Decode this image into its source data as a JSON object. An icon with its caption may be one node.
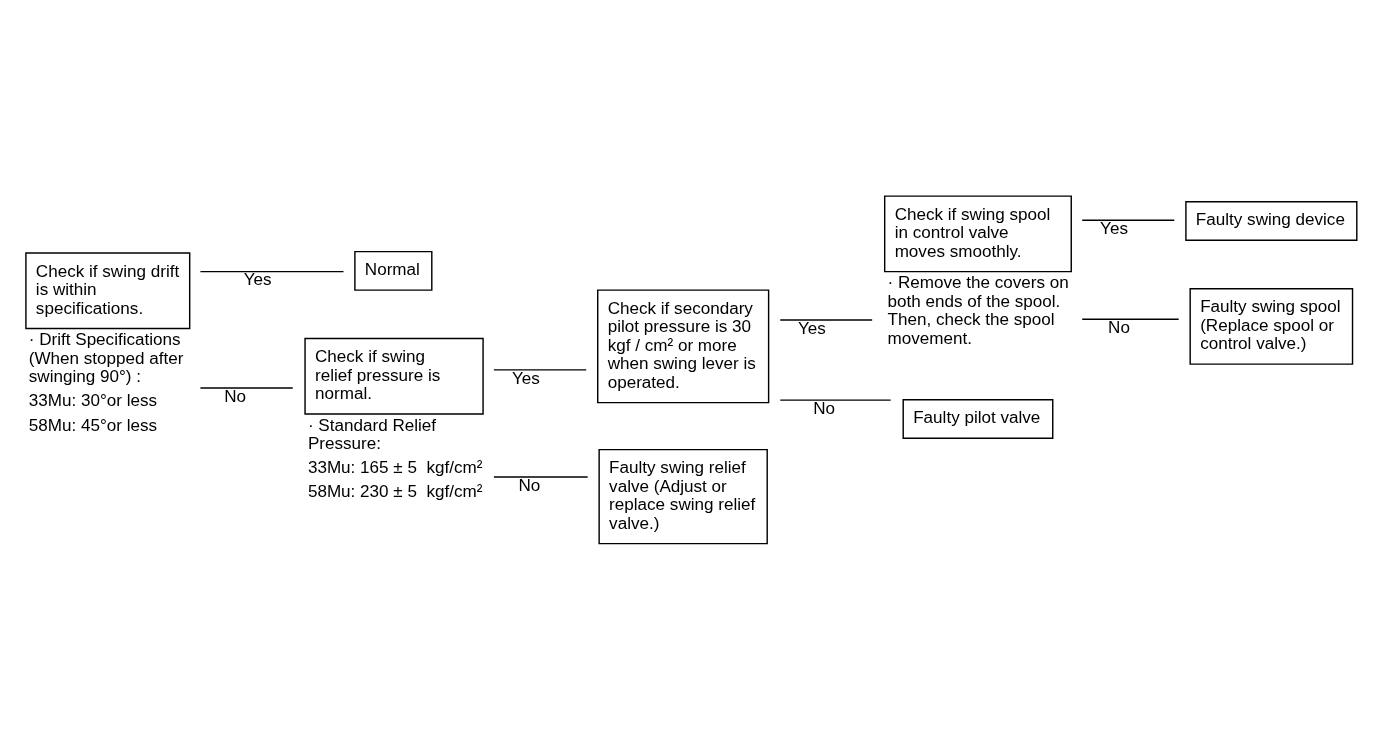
{
  "diagram": {
    "nodes": [
      {
        "text": [
          "Check if swing drift is within specifications."
        ],
        "beside": [
          "· Drift Specifications (When stopped after swinging 90°) :",
          "33Mu: 30°or less",
          "58Mu: 45°or less"
        ]
      },
      {
        "text": [
          "Normal"
        ]
      },
      {
        "text": [
          "Check if swing relief pressure is normal."
        ],
        "beside": [
          "· Standard Relief Pressure:",
          "33Mu: 165 ± 5  kgf/cm²",
          "58Mu: 230 ± 5  kgf/cm²"
        ]
      },
      {
        "text": [
          "Check if secondary pilot pressure is 30 kgf / cm² or more when swing lever is operated."
        ]
      },
      {
        "text": [
          "Check if swing spool in control valve moves smoothly."
        ],
        "beside": [
          "· Remove the covers on both ends of the spool. Then, check the spool movement."
        ]
      },
      {
        "text": [
          "Faulty swing device"
        ]
      },
      {
        "text": [
          "Faulty swing spool (Replace spool or control valve.)"
        ]
      },
      {
        "text": [
          "Faulty pilot valve"
        ]
      },
      {
        "text": [
          "Faulty swing relief valve (Adjust or replace swing relief valve.)"
        ]
      }
    ],
    "edges": [
      {
        "from": 0,
        "to": 1,
        "arrow": "none",
        "label": "Yes"
      },
      {
        "from": 0,
        "to": 2,
        "arrow": "none",
        "label": "No"
      },
      {
        "from": 2,
        "to": 3,
        "arrow": "none",
        "label": "Yes"
      },
      {
        "from": 2,
        "to": 8,
        "arrow": "none",
        "label": "No"
      },
      {
        "from": 3,
        "to": 4,
        "arrow": "none",
        "label": "Yes"
      },
      {
        "from": 3,
        "to": 7,
        "arrow": "none",
        "label": "No"
      },
      {
        "from": 4,
        "to": 5,
        "arrow": "none",
        "label": "Yes"
      },
      {
        "from": 4,
        "to": 6,
        "arrow": "none",
        "label": "No"
      }
    ]
  }
}
